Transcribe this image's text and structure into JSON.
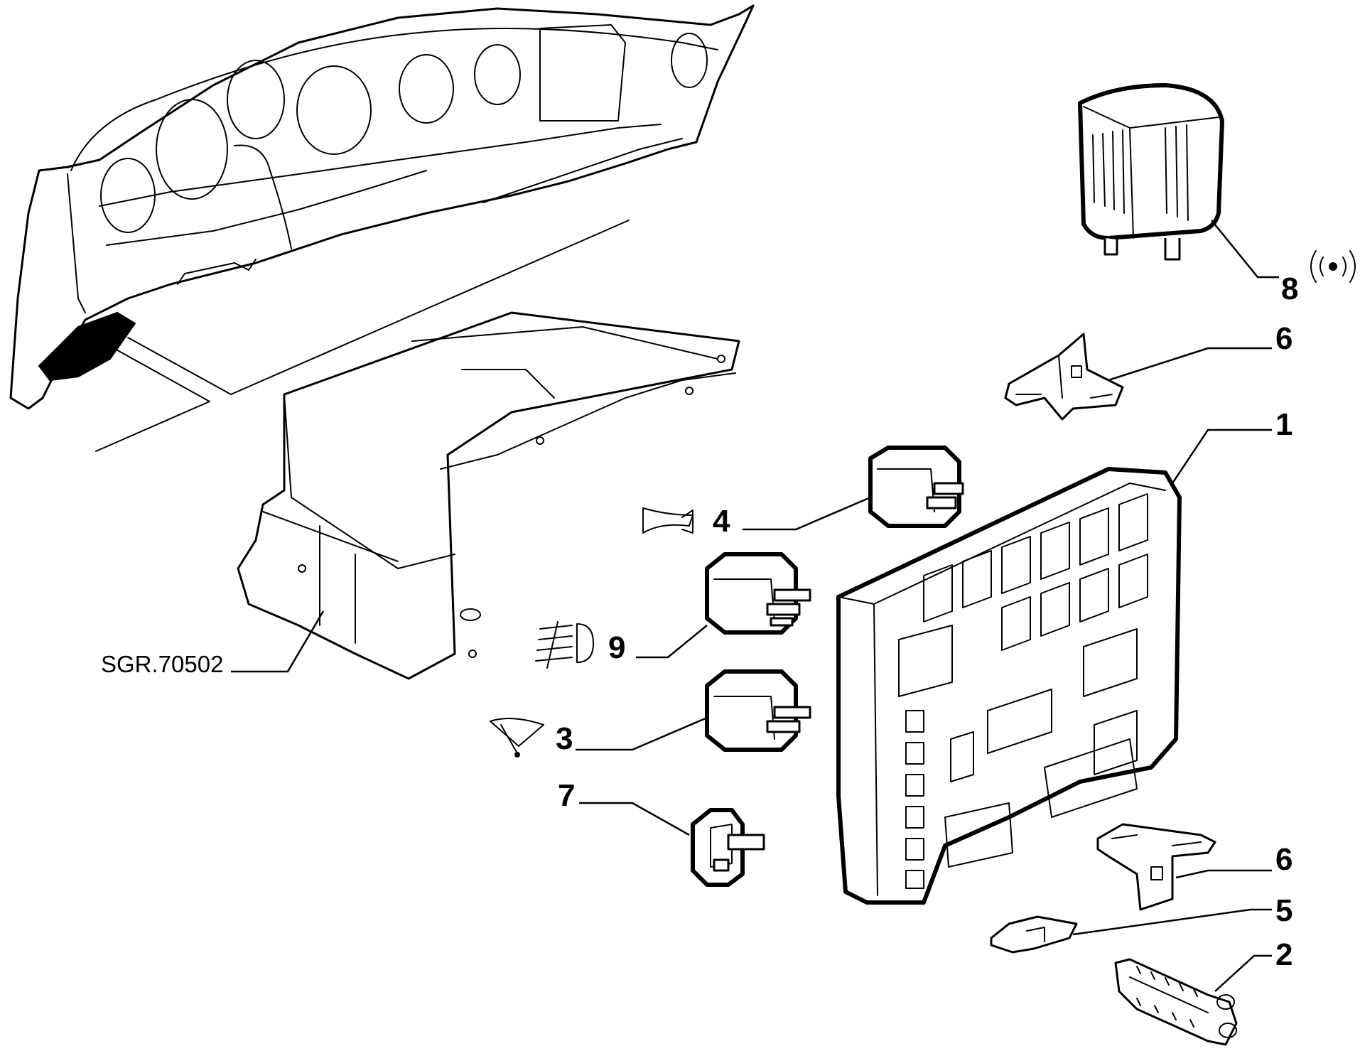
{
  "diagram": {
    "reference_code": "SGR.70502",
    "callouts": {
      "item_1": "1",
      "item_2": "2",
      "item_3": "3",
      "item_4": "4",
      "item_5": "5",
      "item_6_upper": "6",
      "item_6_lower": "6",
      "item_7": "7",
      "item_8": "8",
      "item_9": "9"
    },
    "symbols": {
      "item_4": "horn-icon",
      "item_9": "fog-light-icon",
      "item_3": "wiper-icon",
      "item_8": "alarm-signal-icon"
    }
  }
}
